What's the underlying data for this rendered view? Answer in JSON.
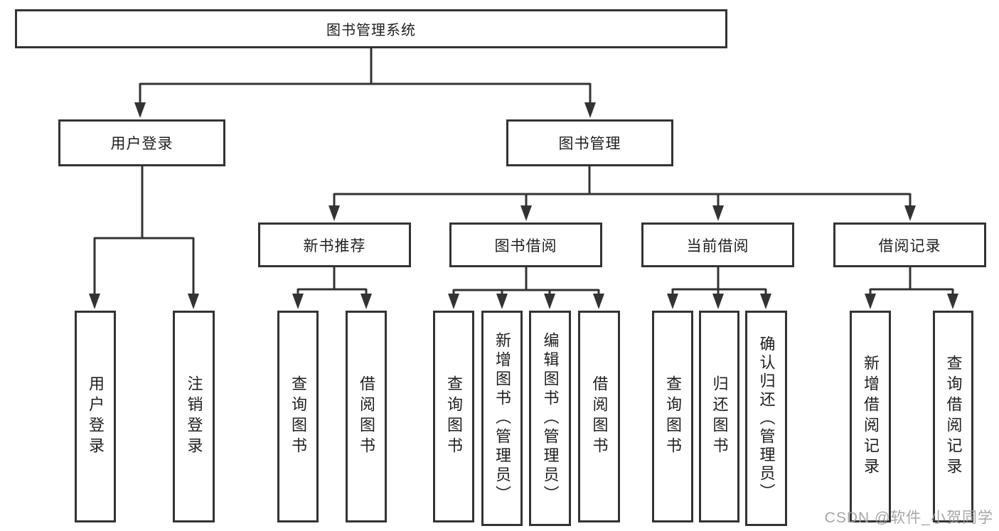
{
  "diagram": {
    "root": {
      "label": "图书管理系统"
    },
    "level2": [
      {
        "label": "用户登录"
      },
      {
        "label": "图书管理"
      }
    ],
    "level3": [
      {
        "label": "新书推荐"
      },
      {
        "label": "图书借阅"
      },
      {
        "label": "当前借阅"
      },
      {
        "label": "借阅记录"
      }
    ],
    "leaves": {
      "user_login": [
        {
          "label": "用户登录"
        },
        {
          "label": "注销登录"
        }
      ],
      "new_book": [
        {
          "label": "查询图书"
        },
        {
          "label": "借阅图书"
        }
      ],
      "book_borrow": [
        {
          "label": "查询图书"
        },
        {
          "label": "新增图书（管理员）"
        },
        {
          "label": "编辑图书（管理员）"
        },
        {
          "label": "借阅图书"
        }
      ],
      "current_borrow": [
        {
          "label": "查询图书"
        },
        {
          "label": "归还图书"
        },
        {
          "label": "确认归还（管理员）"
        }
      ],
      "borrow_record": [
        {
          "label": "新增借阅记录"
        },
        {
          "label": "查询借阅记录"
        }
      ]
    }
  },
  "watermark": {
    "text": "CSDN @软件_小贺同学"
  },
  "colors": {
    "line": "#333333",
    "text": "#1f1f1f",
    "background": "#ffffff",
    "watermark": "#9e9e9e"
  }
}
